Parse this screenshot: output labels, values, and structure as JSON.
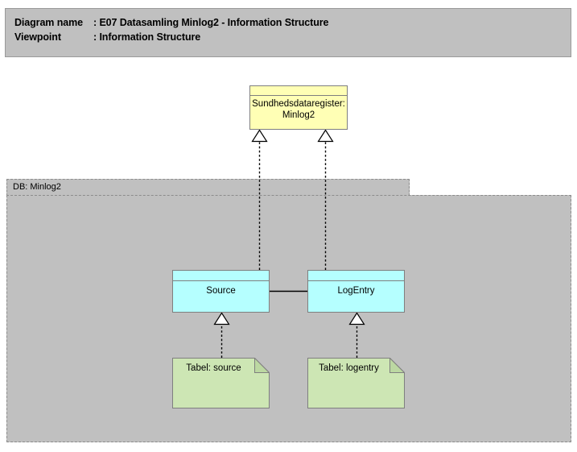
{
  "header": {
    "line1_label": "Diagram name",
    "line1_sep": ": ",
    "line1_value": "E07 Datasamling Minlog2 - Information Structure",
    "line2_label": "Viewpoint",
    "line2_sep": ": ",
    "line2_value": "Information Structure"
  },
  "group": {
    "label": "DB: Minlog2"
  },
  "nodes": {
    "sundhedsdataregister": {
      "label": "Sundhedsdataregister: Minlog2",
      "fill": "#ffffb5"
    },
    "source": {
      "label": "Source",
      "fill": "#b5ffff"
    },
    "logentry": {
      "label": "LogEntry",
      "fill": "#b5ffff"
    },
    "tabel_source": {
      "label": "Tabel: source",
      "fill": "#cde6b4"
    },
    "tabel_logentry": {
      "label": "Tabel: logentry",
      "fill": "#cde6b4"
    }
  },
  "connections": [
    {
      "name": "source-realizes-sundhedsdataregister",
      "type": "realization",
      "from": "source",
      "to": "sundhedsdataregister"
    },
    {
      "name": "logentry-realizes-sundhedsdataregister",
      "type": "realization",
      "from": "logentry",
      "to": "sundhedsdataregister"
    },
    {
      "name": "tabel-source-realizes-source",
      "type": "realization",
      "from": "tabel_source",
      "to": "source"
    },
    {
      "name": "tabel-logentry-realizes-logentry",
      "type": "realization",
      "from": "tabel_logentry",
      "to": "logentry"
    },
    {
      "name": "source-association-logentry",
      "type": "association",
      "from": "source",
      "to": "logentry"
    }
  ],
  "colors": {
    "canvas": "#ffffff",
    "header_bar": "#c0c0c0",
    "group_fill": "#c0c0c0",
    "border": "#7f7f7f",
    "dashed_border": "#8c8c8c"
  }
}
